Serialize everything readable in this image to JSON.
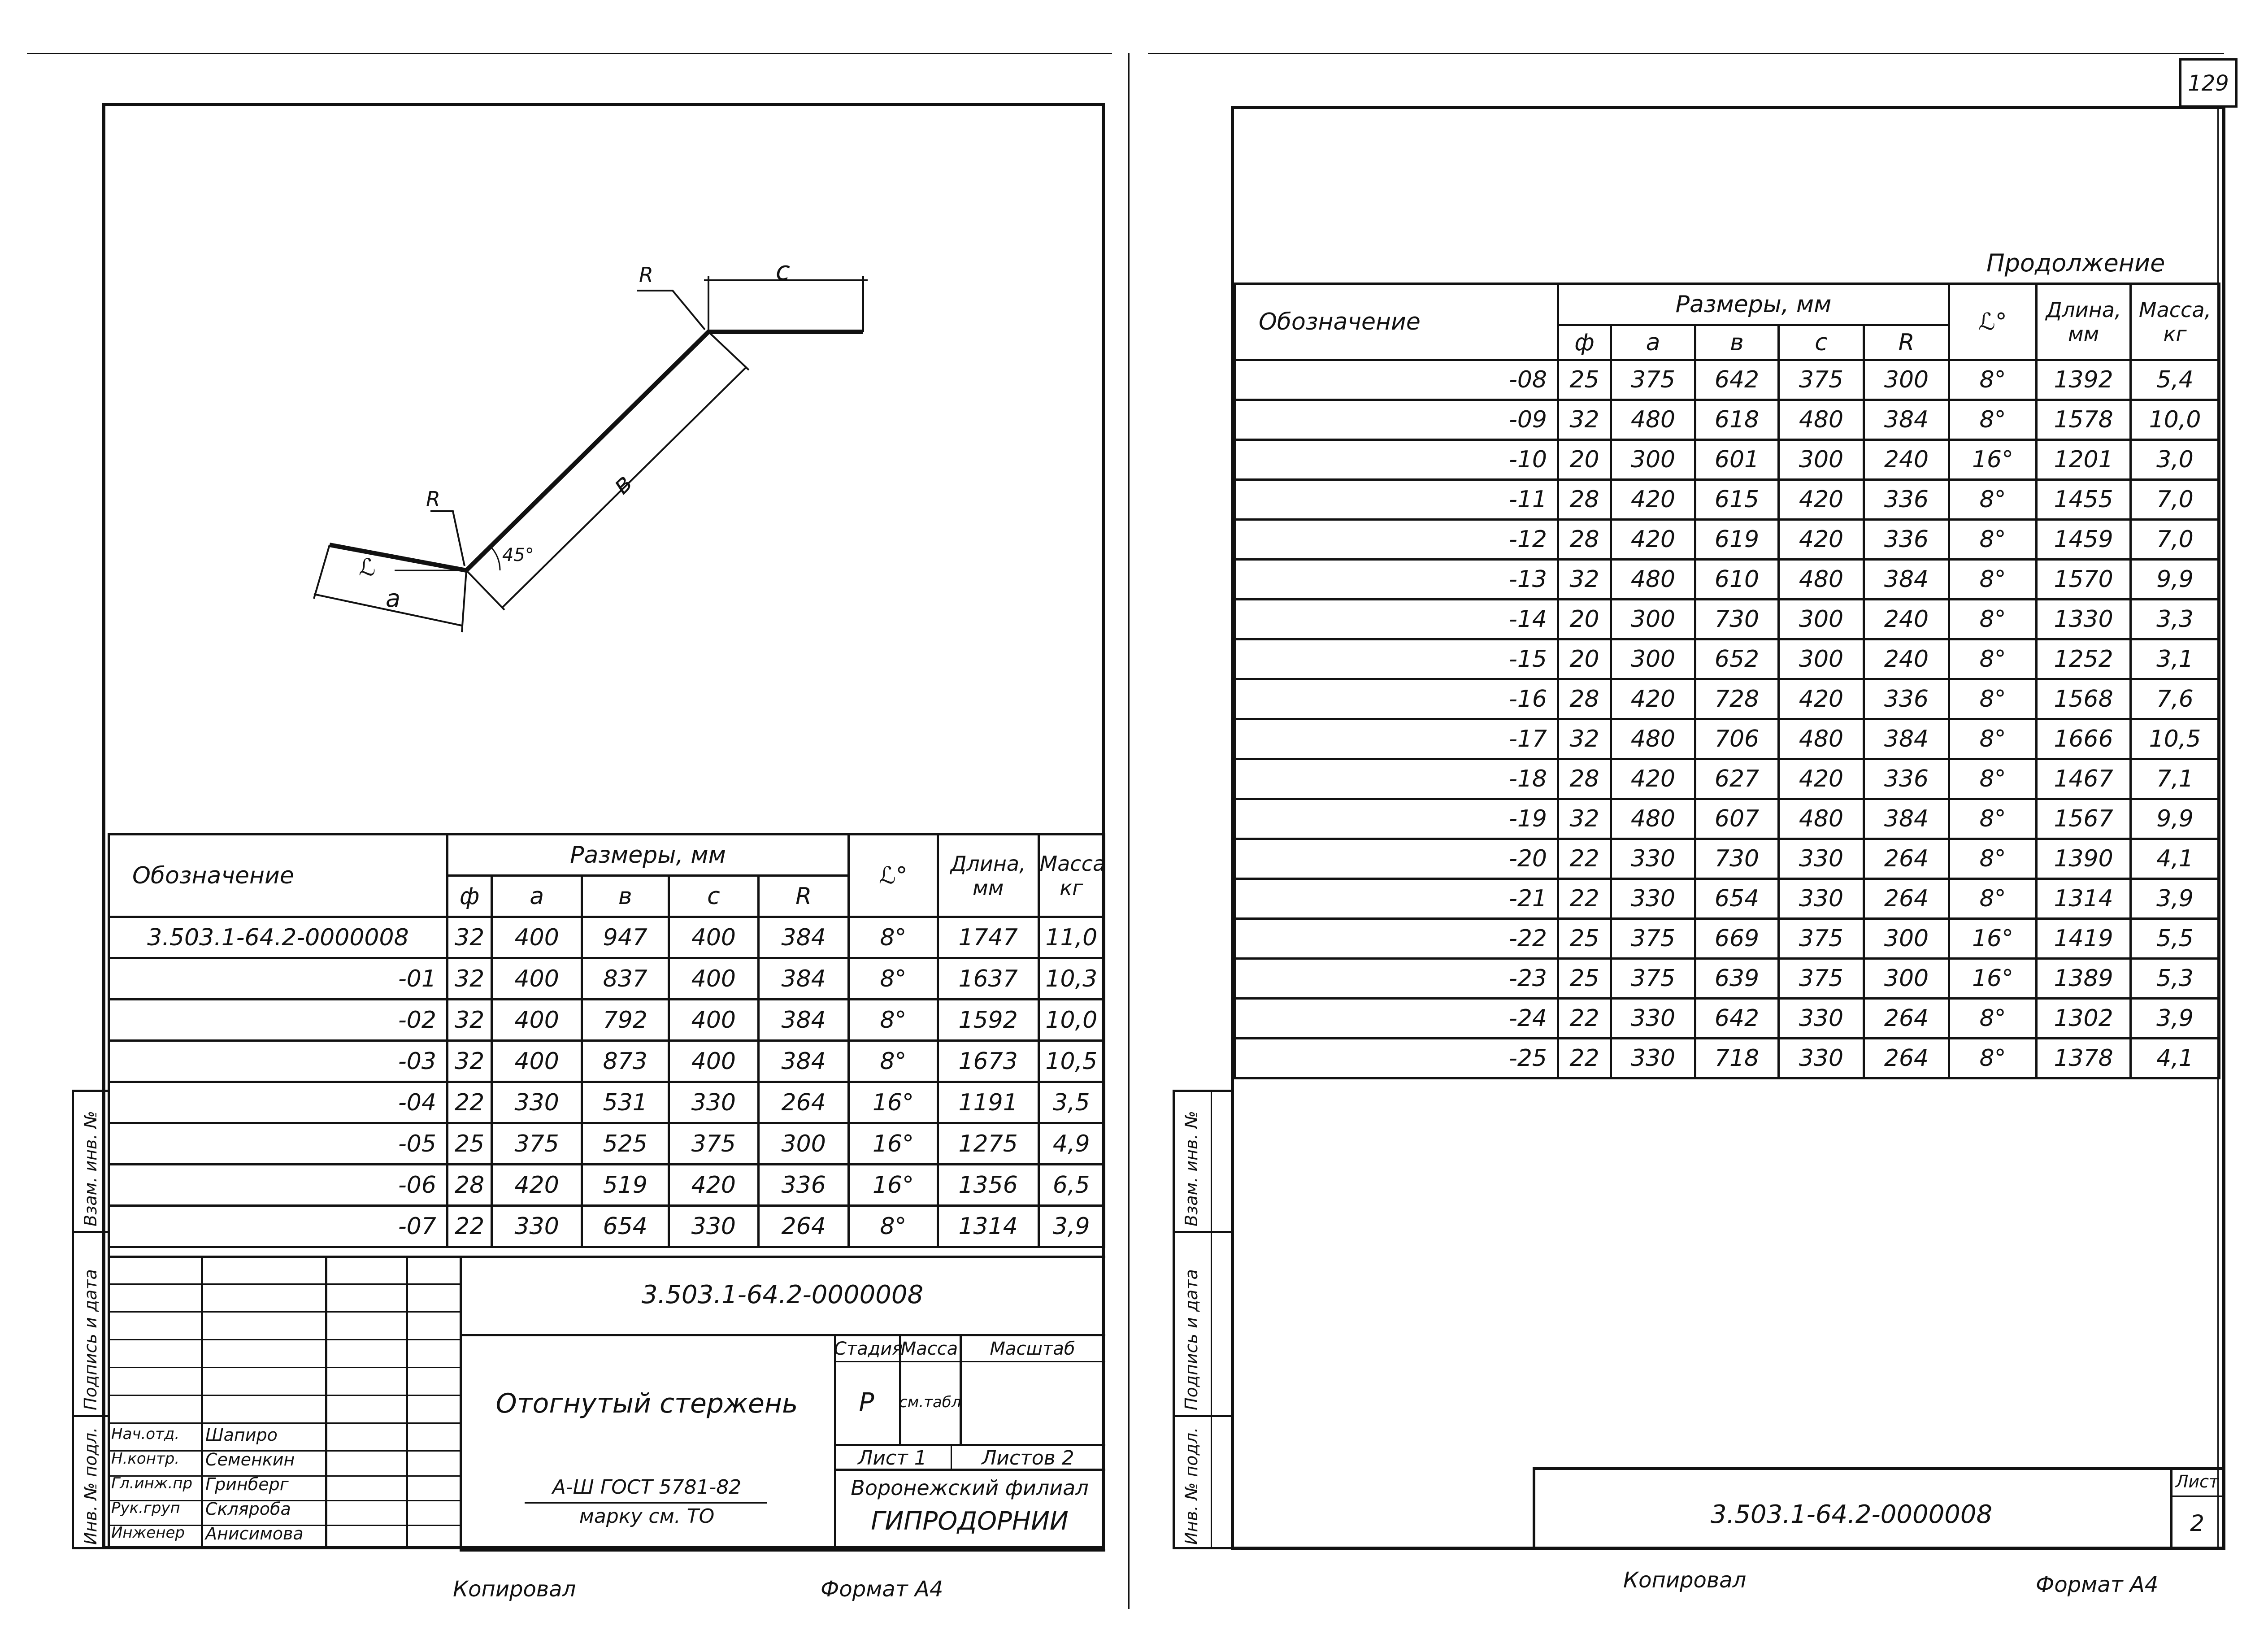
{
  "page_number": "129",
  "left_sheet": {
    "labels": {
      "a": "c",
      "b": "в",
      "c": "a",
      "R1": "R",
      "R2": "R",
      "angle45": "45°",
      "alpha": "ℒ"
    },
    "table": {
      "col_designation": "Обозначение",
      "group_header": "Размеры, мм",
      "sub_headers": [
        "ф",
        "a",
        "в",
        "c",
        "R"
      ],
      "col_alpha": "ℒ°",
      "col_length": "Длина, мм",
      "col_mass": "Масса, кг",
      "rows": [
        {
          "des": "3.503.1-64.2-0000008",
          "phi": "32",
          "a": "400",
          "b": "947",
          "c": "400",
          "r": "384",
          "alpha": "8°",
          "length": "1747",
          "mass": "11,0"
        },
        {
          "des": "-01",
          "phi": "32",
          "a": "400",
          "b": "837",
          "c": "400",
          "r": "384",
          "alpha": "8°",
          "length": "1637",
          "mass": "10,3"
        },
        {
          "des": "-02",
          "phi": "32",
          "a": "400",
          "b": "792",
          "c": "400",
          "r": "384",
          "alpha": "8°",
          "length": "1592",
          "mass": "10,0"
        },
        {
          "des": "-03",
          "phi": "32",
          "a": "400",
          "b": "873",
          "c": "400",
          "r": "384",
          "alpha": "8°",
          "length": "1673",
          "mass": "10,5"
        },
        {
          "des": "-04",
          "phi": "22",
          "a": "330",
          "b": "531",
          "c": "330",
          "r": "264",
          "alpha": "16°",
          "length": "1191",
          "mass": "3,5"
        },
        {
          "des": "-05",
          "phi": "25",
          "a": "375",
          "b": "525",
          "c": "375",
          "r": "300",
          "alpha": "16°",
          "length": "1275",
          "mass": "4,9"
        },
        {
          "des": "-06",
          "phi": "28",
          "a": "420",
          "b": "519",
          "c": "420",
          "r": "336",
          "alpha": "16°",
          "length": "1356",
          "mass": "6,5"
        },
        {
          "des": "-07",
          "phi": "22",
          "a": "330",
          "b": "654",
          "c": "330",
          "r": "264",
          "alpha": "8°",
          "length": "1314",
          "mass": "3,9"
        }
      ]
    },
    "title_block": {
      "doc_code": "3.503.1-64.2-0000008",
      "title": "Отогнутый стержень",
      "stage_label": "Стадия",
      "mass_label": "Масса",
      "scale_label": "Масштаб",
      "stage": "Р",
      "mass": "см.табл",
      "sheet": "Лист 1",
      "sheets": "Листов 2",
      "steel_note_1": "А-Ш ГОСТ 5781-82",
      "steel_note_2": "марку см. ТО",
      "org_1": "Воронежский филиал",
      "org_2": "ГИПРОДОРНИИ",
      "signers": [
        {
          "role": "Нач.отд.",
          "name": "Шапиро"
        },
        {
          "role": "Н.контр.",
          "name": "Семенкин"
        },
        {
          "role": "Гл.инж.пр",
          "name": "Гринберг"
        },
        {
          "role": "Рук.груп",
          "name": "Скляроба"
        },
        {
          "role": "Инженер",
          "name": "Анисимова"
        }
      ]
    },
    "side_stamps": [
      "Инв. № подл.",
      "Подпись и дата",
      "Взам. инв. №"
    ],
    "copied_by": "Копировал",
    "format": "Формат А4"
  },
  "right_sheet": {
    "continuation": "Продолжение",
    "table": {
      "col_designation": "Обозначение",
      "group_header": "Размеры, мм",
      "sub_headers": [
        "ф",
        "a",
        "в",
        "c",
        "R"
      ],
      "col_alpha": "ℒ°",
      "col_length": "Длина, мм",
      "col_mass": "Масса, кг",
      "rows": [
        {
          "des": "-08",
          "phi": "25",
          "a": "375",
          "b": "642",
          "c": "375",
          "r": "300",
          "alpha": "8°",
          "length": "1392",
          "mass": "5,4"
        },
        {
          "des": "-09",
          "phi": "32",
          "a": "480",
          "b": "618",
          "c": "480",
          "r": "384",
          "alpha": "8°",
          "length": "1578",
          "mass": "10,0"
        },
        {
          "des": "-10",
          "phi": "20",
          "a": "300",
          "b": "601",
          "c": "300",
          "r": "240",
          "alpha": "16°",
          "length": "1201",
          "mass": "3,0"
        },
        {
          "des": "-11",
          "phi": "28",
          "a": "420",
          "b": "615",
          "c": "420",
          "r": "336",
          "alpha": "8°",
          "length": "1455",
          "mass": "7,0"
        },
        {
          "des": "-12",
          "phi": "28",
          "a": "420",
          "b": "619",
          "c": "420",
          "r": "336",
          "alpha": "8°",
          "length": "1459",
          "mass": "7,0"
        },
        {
          "des": "-13",
          "phi": "32",
          "a": "480",
          "b": "610",
          "c": "480",
          "r": "384",
          "alpha": "8°",
          "length": "1570",
          "mass": "9,9"
        },
        {
          "des": "-14",
          "phi": "20",
          "a": "300",
          "b": "730",
          "c": "300",
          "r": "240",
          "alpha": "8°",
          "length": "1330",
          "mass": "3,3"
        },
        {
          "des": "-15",
          "phi": "20",
          "a": "300",
          "b": "652",
          "c": "300",
          "r": "240",
          "alpha": "8°",
          "length": "1252",
          "mass": "3,1"
        },
        {
          "des": "-16",
          "phi": "28",
          "a": "420",
          "b": "728",
          "c": "420",
          "r": "336",
          "alpha": "8°",
          "length": "1568",
          "mass": "7,6"
        },
        {
          "des": "-17",
          "phi": "32",
          "a": "480",
          "b": "706",
          "c": "480",
          "r": "384",
          "alpha": "8°",
          "length": "1666",
          "mass": "10,5"
        },
        {
          "des": "-18",
          "phi": "28",
          "a": "420",
          "b": "627",
          "c": "420",
          "r": "336",
          "alpha": "8°",
          "length": "1467",
          "mass": "7,1"
        },
        {
          "des": "-19",
          "phi": "32",
          "a": "480",
          "b": "607",
          "c": "480",
          "r": "384",
          "alpha": "8°",
          "length": "1567",
          "mass": "9,9"
        },
        {
          "des": "-20",
          "phi": "22",
          "a": "330",
          "b": "730",
          "c": "330",
          "r": "264",
          "alpha": "8°",
          "length": "1390",
          "mass": "4,1"
        },
        {
          "des": "-21",
          "phi": "22",
          "a": "330",
          "b": "654",
          "c": "330",
          "r": "264",
          "alpha": "8°",
          "length": "1314",
          "mass": "3,9"
        },
        {
          "des": "-22",
          "phi": "25",
          "a": "375",
          "b": "669",
          "c": "375",
          "r": "300",
          "alpha": "16°",
          "length": "1419",
          "mass": "5,5"
        },
        {
          "des": "-23",
          "phi": "25",
          "a": "375",
          "b": "639",
          "c": "375",
          "r": "300",
          "alpha": "16°",
          "length": "1389",
          "mass": "5,3"
        },
        {
          "des": "-24",
          "phi": "22",
          "a": "330",
          "b": "642",
          "c": "330",
          "r": "264",
          "alpha": "8°",
          "length": "1302",
          "mass": "3,9"
        },
        {
          "des": "-25",
          "phi": "22",
          "a": "330",
          "b": "718",
          "c": "330",
          "r": "264",
          "alpha": "8°",
          "length": "1378",
          "mass": "4,1"
        }
      ]
    },
    "doc_code": "3.503.1-64.2-0000008",
    "sheet_label": "Лист",
    "sheet_number": "2",
    "side_stamps": [
      "Инв. № подл.",
      "Подпись и дата",
      "Взам. инв. №"
    ],
    "copied_by": "Копировал",
    "format": "Формат А4"
  }
}
